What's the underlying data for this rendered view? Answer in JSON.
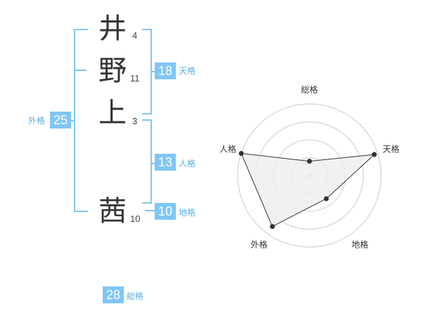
{
  "name": {
    "surname": [
      {
        "char": "井",
        "strokes": "4"
      },
      {
        "char": "野",
        "strokes": "11"
      },
      {
        "char": "上",
        "strokes": "3"
      }
    ],
    "given": [
      {
        "char": "茜",
        "strokes": "10"
      }
    ]
  },
  "fortunes": {
    "tenkaku": {
      "value": "18",
      "label": "天格"
    },
    "jinkaku": {
      "value": "13",
      "label": "人格"
    },
    "chikaku": {
      "value": "10",
      "label": "地格"
    },
    "gaikaku": {
      "value": "25",
      "label": "外格"
    },
    "soukaku": {
      "value": "28",
      "label": "総格"
    }
  },
  "chart_data": {
    "type": "radar",
    "axes": [
      "総格",
      "天格",
      "地格",
      "外格",
      "人格"
    ],
    "values": [
      0.2,
      0.95,
      0.4,
      0.88,
      1.0
    ],
    "range": [
      0,
      1
    ],
    "rings": 4,
    "colors": {
      "fill": "#eeeeee",
      "line": "#333333",
      "grid": "#cccccc",
      "point": "#333333"
    }
  }
}
